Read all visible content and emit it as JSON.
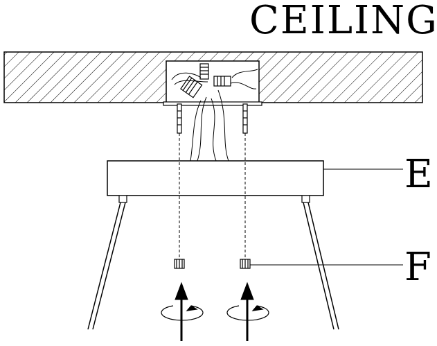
{
  "ceiling_label": "CEILING",
  "part_labels": {
    "canopy": "E",
    "cap_nut": "F"
  },
  "colors": {
    "line": "#000000",
    "background": "#ffffff"
  }
}
